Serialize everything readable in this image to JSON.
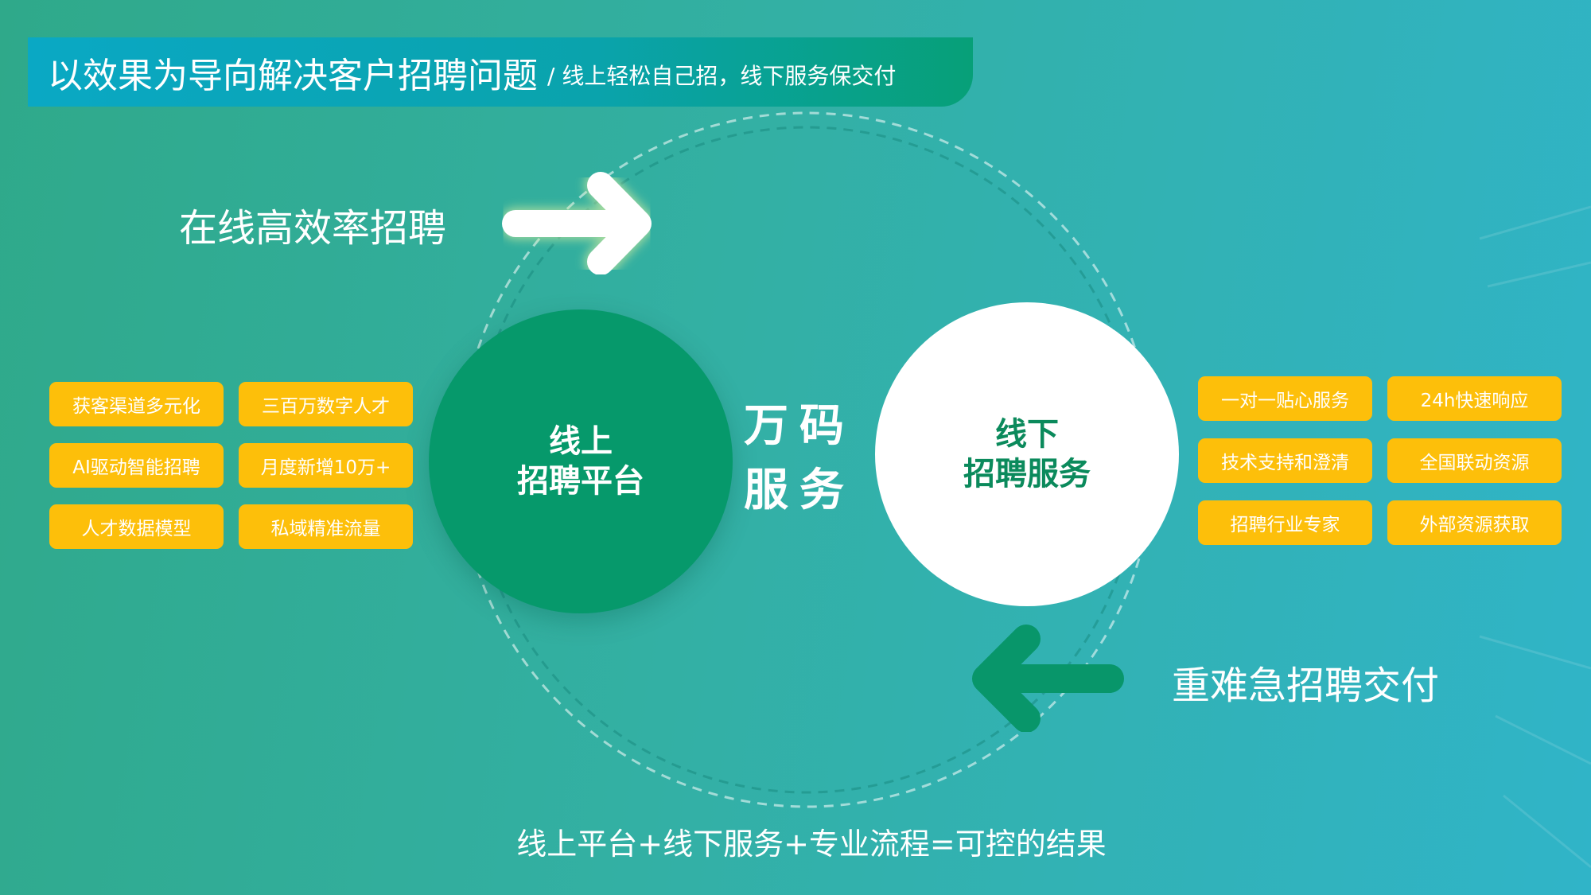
{
  "title": {
    "main": "以效果为导向解决客户招聘问题",
    "sub": "/ 线上轻松自己招，线下服务保交付"
  },
  "online_label": "在线高效率招聘",
  "offline_label": "重难急招聘交付",
  "online_circle": {
    "line1": "线上",
    "line2": "招聘平台"
  },
  "offline_circle": {
    "line1": "线下",
    "line2": "招聘服务"
  },
  "brand": {
    "line1": "万码",
    "line2": "服务"
  },
  "left_tags": [
    "获客渠道多元化",
    "三百万数字人才",
    "AI驱动智能招聘",
    "月度新增10万+",
    "人才数据模型",
    "私域精准流量"
  ],
  "right_tags": [
    "一对一贴心服务",
    "24h快速响应",
    "技术支持和澄清",
    "全国联动资源",
    "招聘行业专家",
    "外部资源获取"
  ],
  "bottom_text": "线上平台+线下服务+专业流程=可控的结果",
  "colors": {
    "tag": "#fdbf0a",
    "green": "#06996b",
    "title_start": "#0aa8c4",
    "title_end": "#07a078"
  }
}
